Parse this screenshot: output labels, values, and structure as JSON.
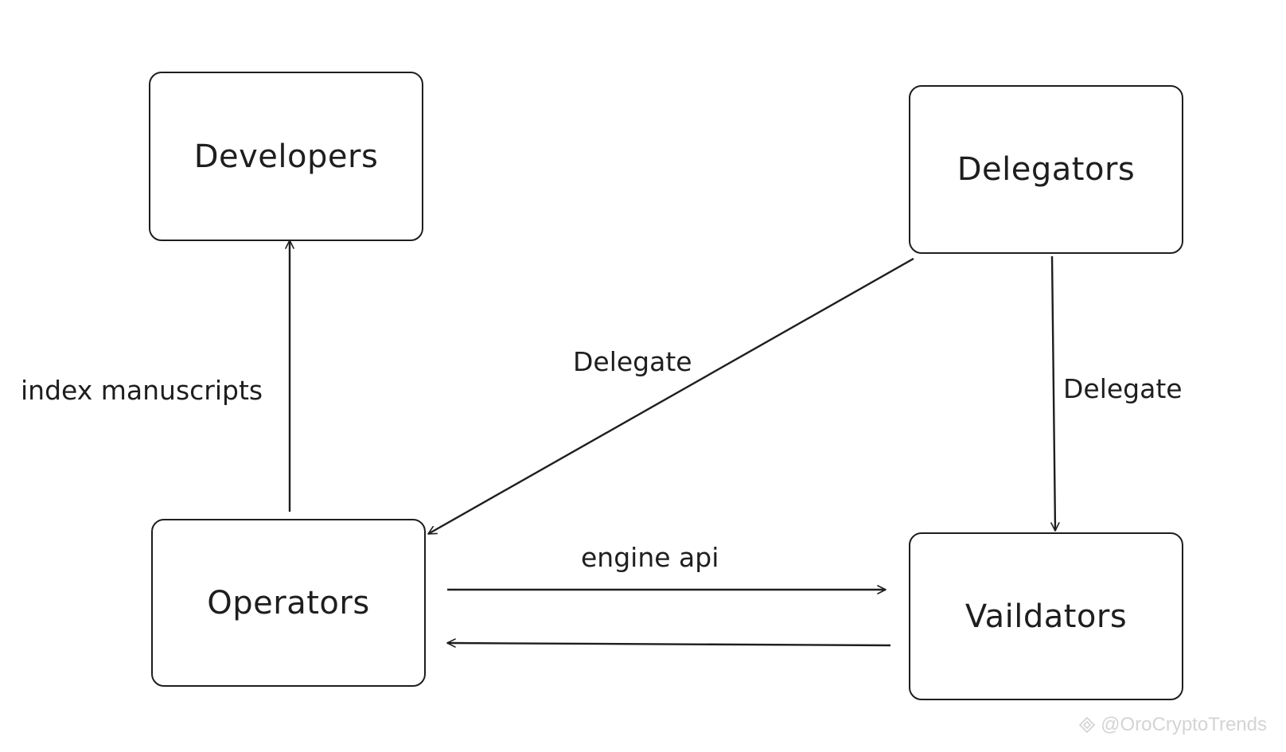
{
  "nodes": {
    "developers": {
      "label": "Developers"
    },
    "delegators": {
      "label": "Delegators"
    },
    "operators": {
      "label": "Operators"
    },
    "validators": {
      "label": "Vaildators"
    }
  },
  "edges": {
    "operators_to_developers": {
      "label": "index manuscripts"
    },
    "delegators_to_operators": {
      "label": "Delegate"
    },
    "delegators_to_validators": {
      "label": "Delegate"
    },
    "operators_to_validators": {
      "label": "engine api"
    },
    "validators_to_operators": {
      "label": ""
    }
  },
  "watermark": {
    "text": "@OroCryptoTrends",
    "icon": "binance-diamond-icon"
  },
  "colors": {
    "stroke": "#1e1e1e",
    "background": "#ffffff",
    "watermark": "#d4d4d4"
  }
}
